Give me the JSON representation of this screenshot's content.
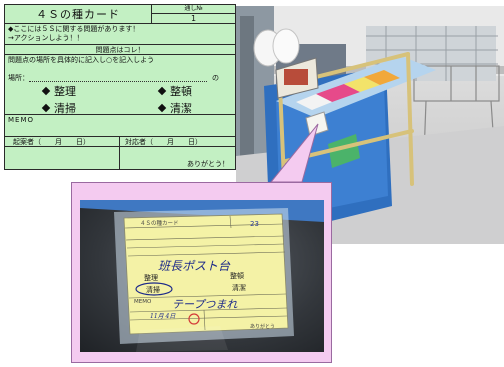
{
  "form": {
    "title": "４Ｓの種カード",
    "serial_label": "通し№",
    "serial_value": "1",
    "intro_line1": "◆ここには５Ｓに関する問題があります！",
    "intro_line2": "→アクションしよう！！",
    "problem_heading": "問題点はコレ！",
    "instruction": "問題点の場所を具体的に記入し○を記入しよう",
    "place_label": "場所：",
    "place_suffix": "の",
    "items": [
      "整理",
      "整頓",
      "清掃",
      "清潔"
    ],
    "memo_label": "MEMO",
    "raiser_label": "起案者（　　月　　日）",
    "responder_label": "対応者（　　月　　日）",
    "thanks": "ありがとう！"
  },
  "closeup_card": {
    "title": "４Ｓの種カード",
    "serial": "23",
    "handwritten_place": "班長ポスト台",
    "items": [
      "整理",
      "整頓",
      "清掃",
      "清潔"
    ],
    "memo_label": "MEMO",
    "handwritten_memo": "テープつまれ",
    "handwritten_date": "11月 4日",
    "thanks": "ありがとう"
  }
}
